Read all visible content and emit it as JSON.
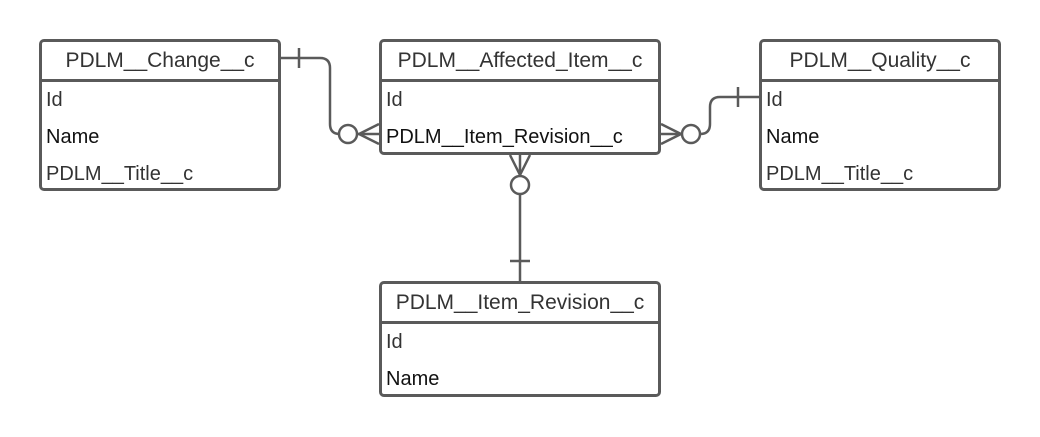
{
  "entities": {
    "change": {
      "name": "PDLM__Change__c",
      "fields": [
        "Id",
        "Name",
        "PDLM__Title__c"
      ]
    },
    "affected_item": {
      "name": "PDLM__Affected_Item__c",
      "fields": [
        "Id",
        "PDLM__Item_Revision__c"
      ]
    },
    "quality": {
      "name": "PDLM__Quality__c",
      "fields": [
        "Id",
        "Name",
        "PDLM__Title__c"
      ]
    },
    "item_revision": {
      "name": "PDLM__Item_Revision__c",
      "fields": [
        "Id",
        "Name"
      ]
    }
  },
  "relationships": [
    {
      "from": "change",
      "to": "affected_item",
      "from_cardinality": "one",
      "to_cardinality": "zero-or-many"
    },
    {
      "from": "quality",
      "to": "affected_item",
      "from_cardinality": "one",
      "to_cardinality": "zero-or-many"
    },
    {
      "from": "item_revision",
      "to": "affected_item",
      "from_cardinality": "one",
      "to_cardinality": "zero-or-many"
    }
  ],
  "colors": {
    "line": "#5a5a5a",
    "text": "#333333"
  }
}
